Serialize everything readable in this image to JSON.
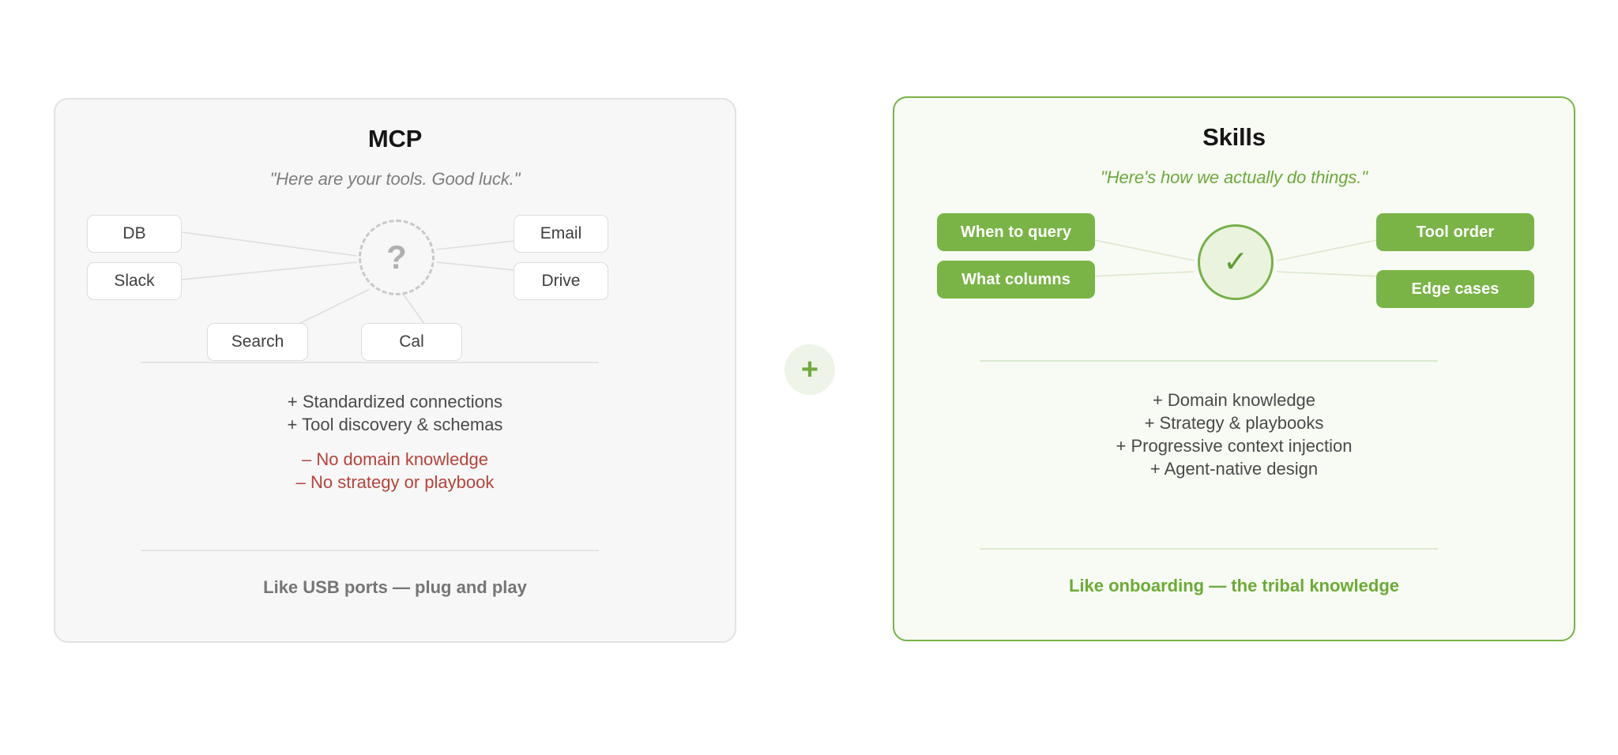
{
  "cards": {
    "mcp": {
      "title": "MCP",
      "subtitle": "\"Here are your tools. Good luck.\"",
      "hub_icon": "question-mark",
      "hub_glyph": "?",
      "nodes": [
        {
          "label": "DB",
          "position": "left-top"
        },
        {
          "label": "Slack",
          "position": "left-bottom"
        },
        {
          "label": "Email",
          "position": "right-top"
        },
        {
          "label": "Drive",
          "position": "right-bottom"
        },
        {
          "label": "Search",
          "position": "bottom-left"
        },
        {
          "label": "Cal",
          "position": "bottom-right"
        }
      ],
      "pros": [
        "+ Standardized connections",
        "+ Tool discovery & schemas"
      ],
      "cons": [
        "– No domain knowledge",
        "– No strategy or playbook"
      ],
      "tagline": "Like USB ports — plug and play"
    },
    "skills": {
      "title": "Skills",
      "subtitle": "\"Here's how we actually do things.\"",
      "hub_icon": "check-mark",
      "hub_glyph": "✓",
      "nodes": [
        {
          "label": "When to query",
          "position": "left-top"
        },
        {
          "label": "What columns",
          "position": "left-bottom"
        },
        {
          "label": "Tool order",
          "position": "right-top"
        },
        {
          "label": "Edge cases",
          "position": "right-bottom"
        }
      ],
      "pros": [
        "+ Domain knowledge",
        "+ Strategy & playbooks",
        "+ Progressive context injection",
        "+ Agent-native design"
      ],
      "tagline": "Like onboarding — the tribal knowledge"
    }
  },
  "connector": {
    "icon": "plus-icon",
    "glyph": "+"
  },
  "colors": {
    "green_accent": "#7ab446",
    "green_text": "#6cab36",
    "green_card_bg": "#f8fbf4",
    "gray_card_bg": "#f7f7f7",
    "gray_border": "#e2e2e2",
    "negative_red": "#b5433a",
    "title_text": "#161616",
    "body_text": "#4a4a4a"
  }
}
